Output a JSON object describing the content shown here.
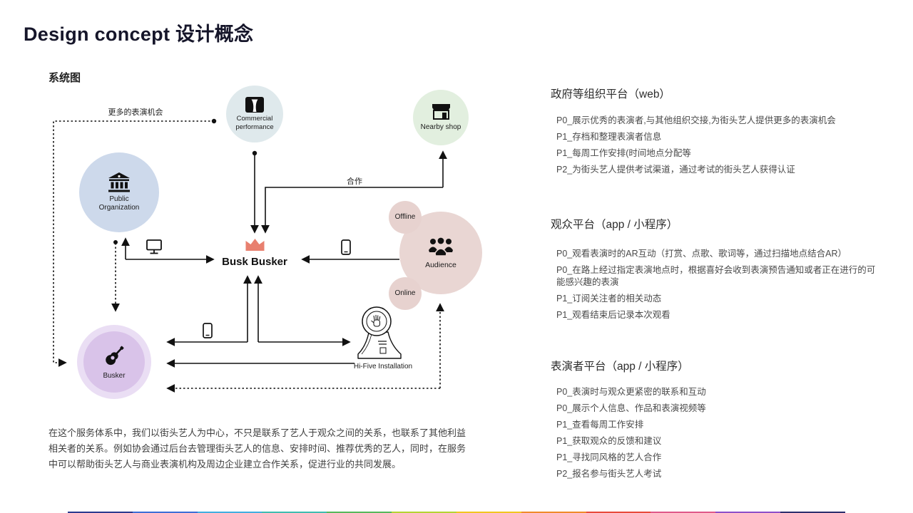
{
  "title": "Design concept 设计概念",
  "diagram": {
    "section_label": "系统图",
    "center_label": "Busk Busker",
    "nodes": {
      "commercial": "Commercial performance",
      "nearby_shop": "Nearby shop",
      "public_org": "Public Organization",
      "audience": "Audience",
      "offline": "Offline",
      "online": "Online",
      "busker": "Busker",
      "installation": "Hi-Five Installation"
    },
    "edges": {
      "more_opportunities": "更多的表演机会",
      "cooperation": "合作"
    },
    "colors": {
      "crown": "#E8806F",
      "commercial_bg": "#DFE9EC",
      "nearby_shop_bg": "#E2EFDF",
      "public_org_bg": "#CDD9EB",
      "audience_bg": "#E9D6D3",
      "busker_outer_bg": "#EADEF4",
      "busker_inner_bg": "#D9C3E9",
      "line": "#111111"
    }
  },
  "sections": [
    {
      "title": "政府等组织平台（web）",
      "items": [
        "P0_展示优秀的表演者,与其他组织交接,为街头艺人提供更多的表演机会",
        "P1_存档和整理表演者信息",
        "P1_每周工作安排(时间地点分配等",
        "P2_为街头艺人提供考试渠道，通过考试的街头艺人获得认证"
      ]
    },
    {
      "title": "观众平台（app / 小程序）",
      "items": [
        "P0_观看表演时的AR互动（打赏、点歌、歌词等，通过扫描地点结合AR）",
        "P0_在路上经过指定表演地点时，根据喜好会收到表演预告通知或者正在进行的可能感兴趣的表演",
        "P1_订阅关注者的相关动态",
        "P1_观看结束后记录本次观看"
      ]
    },
    {
      "title": "表演者平台（app / 小程序）",
      "items": [
        "P0_表演时与观众更紧密的联系和互动",
        "P0_展示个人信息、作品和表演视频等",
        "P1_查看每周工作安排",
        "P1_获取观众的反馈和建议",
        "P1_寻找同风格的艺人合作",
        "P2_报名参与街头艺人考试"
      ]
    }
  ],
  "footer_paragraph": "在这个服务体系中，我们以街头艺人为中心，不只是联系了艺人于观众之间的关系，也联系了其他利益相关者的关系。例如协会通过后台去管理街头艺人的信息、安排时间、推荐优秀的艺人，同时，在服务中可以帮助街头艺人与商业表演机构及周边企业建立合作关系，促进行业的共同发展。",
  "footer_bar": {
    "colors": [
      "#2b3a8f",
      "#3d6fd6",
      "#41aee0",
      "#3fbdb0",
      "#57b85c",
      "#b5d334",
      "#f2c520",
      "#f08a2b",
      "#e84b3c",
      "#e05a8a",
      "#8e4fc9",
      "#2e2f6e"
    ]
  }
}
